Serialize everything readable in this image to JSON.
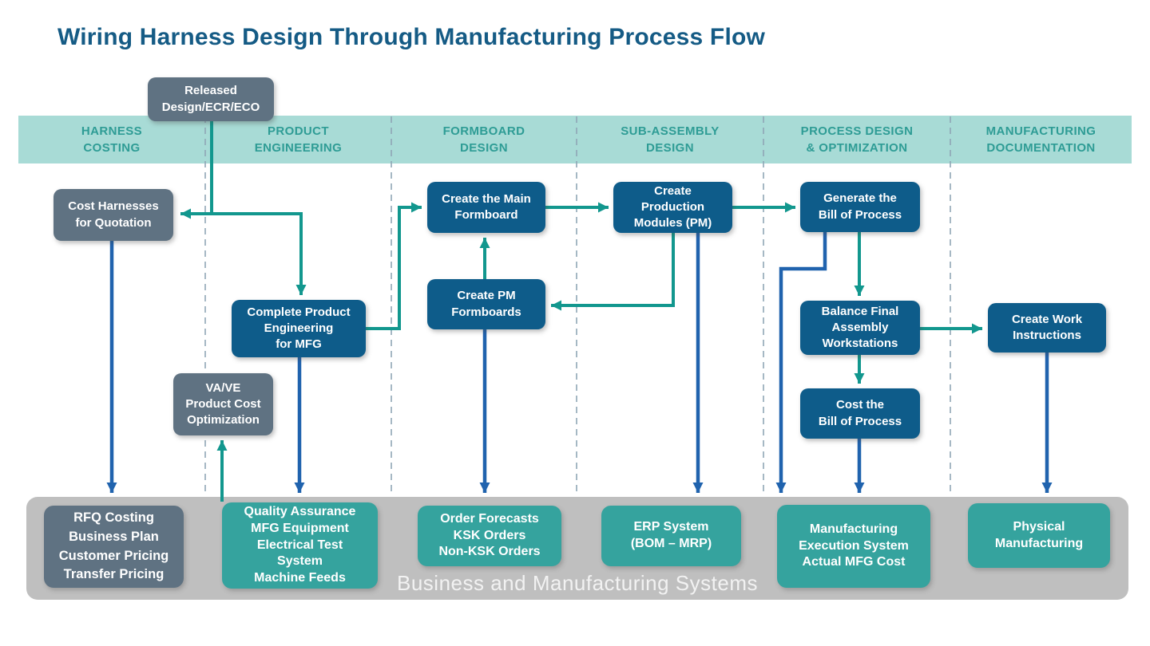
{
  "title": "Wiring Harness Design Through Manufacturing Process Flow",
  "lanes": [
    {
      "label": "HARNESS\nCOSTING"
    },
    {
      "label": "PRODUCT\nENGINEERING"
    },
    {
      "label": "FORMBOARD\nDESIGN"
    },
    {
      "label": "SUB-ASSEMBLY\nDESIGN"
    },
    {
      "label": "PROCESS DESIGN\n& OPTIMIZATION"
    },
    {
      "label": "MANUFACTURING\nDOCUMENTATION"
    }
  ],
  "nodes": {
    "released": {
      "label": "Released\nDesign/ECR/ECO"
    },
    "cost_harnesses": {
      "label": "Cost Harnesses\nfor Quotation"
    },
    "complete_product": {
      "label": "Complete Product\nEngineering\nfor MFG"
    },
    "vave": {
      "label": "VA/VE\nProduct Cost\nOptimization"
    },
    "main_formboard": {
      "label": "Create the Main\nFormboard"
    },
    "pm_formboards": {
      "label": "Create PM\nFormboards"
    },
    "production_modules": {
      "label": "Create\nProduction\nModules (PM)"
    },
    "generate_bop": {
      "label": "Generate the\nBill of Process"
    },
    "balance_workstations": {
      "label": "Balance Final\nAssembly\nWorkstations"
    },
    "cost_bop": {
      "label": "Cost the\nBill of Process"
    },
    "work_instructions": {
      "label": "Create Work\nInstructions"
    }
  },
  "systems_band": {
    "caption": "Business and Manufacturing Systems",
    "boxes": {
      "rfq": {
        "label": "RFQ Costing\nBusiness Plan\nCustomer Pricing\nTransfer Pricing"
      },
      "quality": {
        "label": "Quality Assurance\nMFG Equipment\nElectrical Test\nSystem\nMachine Feeds"
      },
      "orders": {
        "label": "Order Forecasts\nKSK Orders\nNon-KSK Orders"
      },
      "erp": {
        "label": "ERP System\n(BOM – MRP)"
      },
      "mes": {
        "label": "Manufacturing\nExecution System\nActual MFG Cost"
      },
      "physical": {
        "label": "Physical\nManufacturing"
      }
    }
  },
  "colors": {
    "title_text": "#155B85",
    "lane_band_bg": "#A8DBD6",
    "lane_text": "#2E9C95",
    "node_blue": "#0E5C8A",
    "node_slate": "#5F7282",
    "node_teal": "#35A39E",
    "bottom_band_bg": "#BFBFBF",
    "band_caption_text": "#F2F2F2",
    "arrow_teal": "#12978E",
    "arrow_blue": "#2063AE",
    "dashed_divider": "#8FA6B5"
  }
}
